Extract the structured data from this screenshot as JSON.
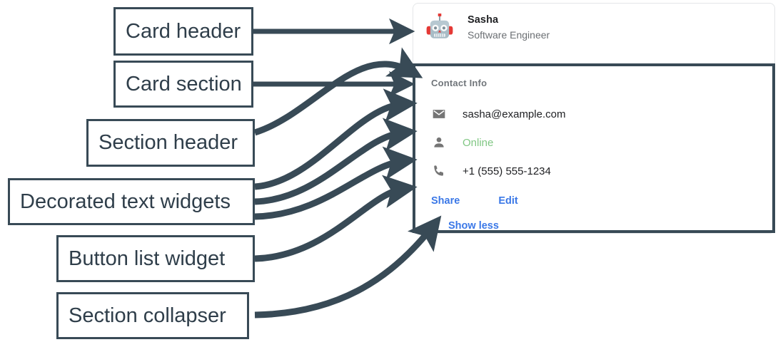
{
  "annotations": [
    {
      "id": "card-header",
      "label": "Card header"
    },
    {
      "id": "card-section",
      "label": "Card section"
    },
    {
      "id": "section-header",
      "label": "Section header"
    },
    {
      "id": "decorated-text",
      "label": "Decorated text widgets"
    },
    {
      "id": "button-list",
      "label": "Button list widget"
    },
    {
      "id": "section-collapser",
      "label": "Section collapser"
    }
  ],
  "card": {
    "header": {
      "avatar_icon": "robot-avatar-icon",
      "title": "Sasha",
      "subtitle": "Software Engineer"
    },
    "section": {
      "header": "Contact Info",
      "rows": [
        {
          "icon": "email-icon",
          "text": "sasha@example.com",
          "style": "default"
        },
        {
          "icon": "person-icon",
          "text": "Online",
          "style": "online"
        },
        {
          "icon": "phone-icon",
          "text": "+1 (555) 555-1234",
          "style": "default"
        }
      ],
      "buttons": [
        {
          "label": "Share"
        },
        {
          "label": "Edit"
        }
      ],
      "collapser": {
        "label": "Show less"
      }
    }
  },
  "colors": {
    "annotation": "#384a56",
    "link": "#3b78e7",
    "online": "#81c784",
    "icon": "#757575",
    "card_border": "#e4e6e8",
    "title": "#202124",
    "subtitle": "#6b6f73",
    "section_header": "#70757a"
  }
}
